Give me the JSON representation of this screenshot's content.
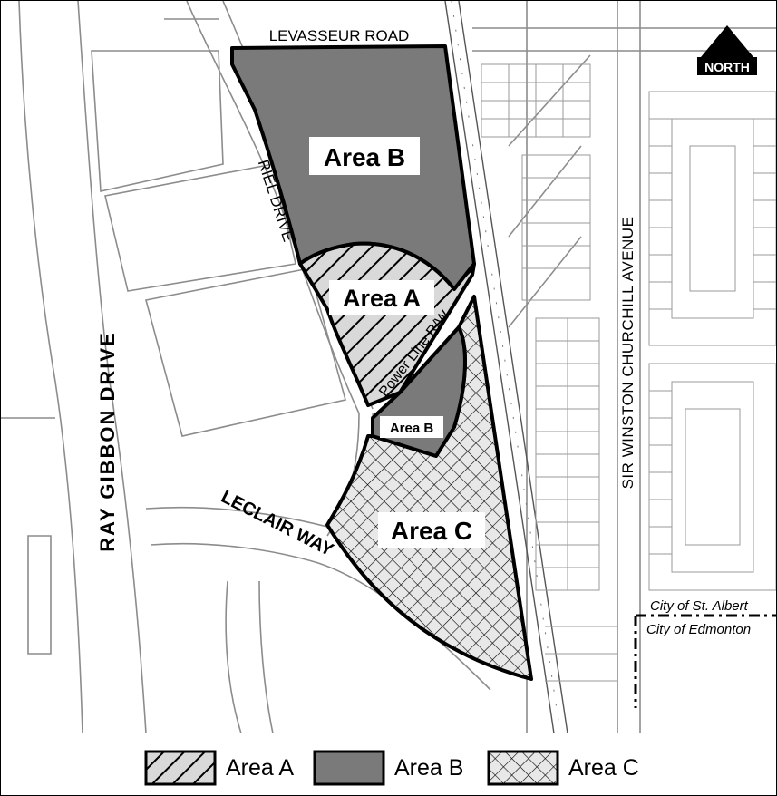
{
  "map": {
    "compass": {
      "label": "NORTH"
    },
    "roads": {
      "levasseur": "LEVASSEUR ROAD",
      "riel": "RIEL DRIVE",
      "ray_gibbon": "RAY GIBBON DRIVE",
      "leclair": "LECLAIR WAY",
      "sir_winston": "SIR WINSTON CHURCHILL AVENUE",
      "power_line": "Power Line R/W"
    },
    "areas": {
      "area_b_north": "Area B",
      "area_a": "Area A",
      "area_b_south": "Area B",
      "area_c": "Area C"
    },
    "boundaries": {
      "st_albert": "City of St. Albert",
      "edmonton": "City of Edmonton"
    },
    "colors": {
      "area_b_fill": "#7a7a7a",
      "area_a_fill": "#d9d9d9",
      "area_c_fill": "#e8e8e8",
      "road_line": "#8c8c8c",
      "parcel_line": "#9a9a9a"
    }
  },
  "legend": {
    "items": [
      {
        "label": "Area A"
      },
      {
        "label": "Area B"
      },
      {
        "label": "Area C"
      }
    ]
  }
}
